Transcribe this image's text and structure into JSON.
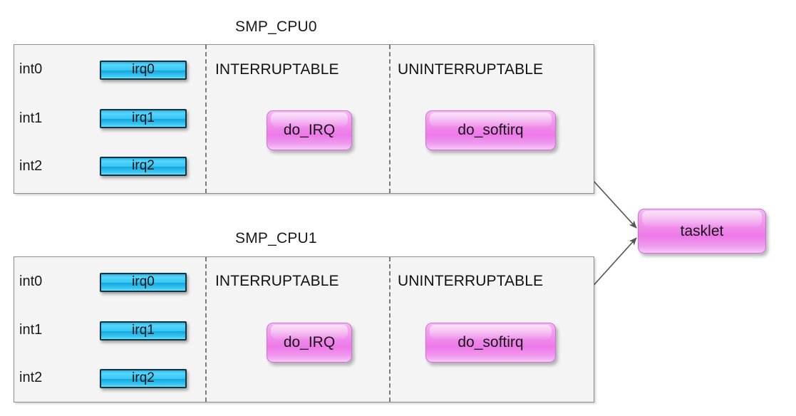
{
  "diagram": {
    "title_semantic": "linux-smp-interrupt-softirq-tasklet-flow",
    "colors": {
      "irq_box_fill": "#35c6f5",
      "irq_box_border": "#10333f",
      "process_box_fill": "#ed79e8",
      "process_box_border": "#d06fd6",
      "panel_fill": "#f4f4f4",
      "panel_border": "#8d8d8d",
      "arrow": "#555555",
      "divider": "#7a7a7a",
      "text": "#111111"
    },
    "cpus": [
      {
        "id": "cpu0",
        "title": "SMP_CPU0",
        "zones": [
          {
            "id": "interruptable",
            "label": "INTERRUPTABLE"
          },
          {
            "id": "uninterruptable",
            "label": "UNINTERRUPTABLE"
          }
        ],
        "interrupts": [
          {
            "source": "int0",
            "handler": "irq0"
          },
          {
            "source": "int1",
            "handler": "irq1"
          },
          {
            "source": "int2",
            "handler": "irq2"
          }
        ],
        "do_irq": "do_IRQ",
        "do_softirq": "do_softirq"
      },
      {
        "id": "cpu1",
        "title": "SMP_CPU1",
        "zones": [
          {
            "id": "interruptable",
            "label": "INTERRUPTABLE"
          },
          {
            "id": "uninterruptable",
            "label": "UNINTERRUPTABLE"
          }
        ],
        "interrupts": [
          {
            "source": "int0",
            "handler": "irq0"
          },
          {
            "source": "int1",
            "handler": "irq1"
          },
          {
            "source": "int2",
            "handler": "irq2"
          }
        ],
        "do_irq": "do_IRQ",
        "do_softirq": "do_softirq"
      }
    ],
    "tasklet": {
      "label": "tasklet"
    }
  }
}
